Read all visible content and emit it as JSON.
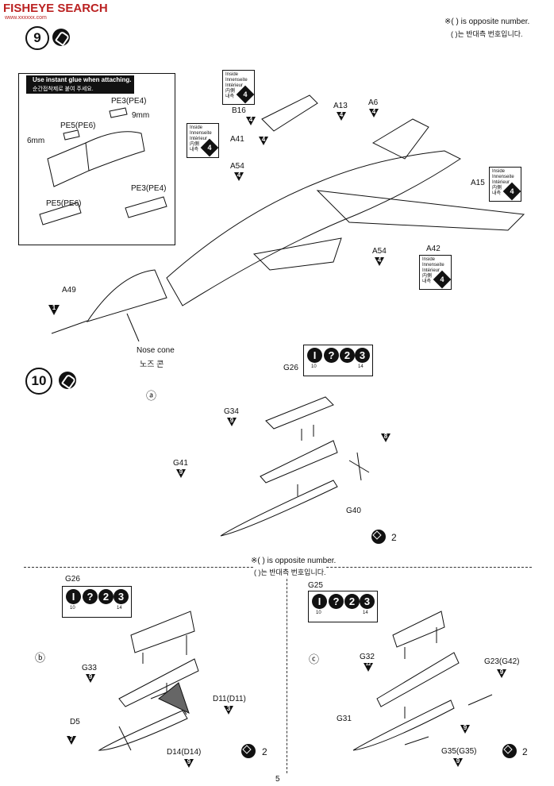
{
  "watermark": "FISHEYE SEARCH",
  "watermark_sub": "www.xxxxxx.com",
  "top_note": {
    "line1": "※( ) is opposite number.",
    "line2": "( )는 반대측 번호입니다."
  },
  "step9": {
    "number": "9",
    "inset_header": "Use instant glue when attaching.",
    "inset_header_kr": "순간접착제로 붙여 주세요.",
    "inset_labels": {
      "pe3a": "PE3(PE4)",
      "mm9": "9mm",
      "pe5a": "PE5(PE6)",
      "mm6": "6mm",
      "pe3b": "PE3(PE4)",
      "pe5b": "PE5(PE6)"
    },
    "inside_text": [
      "Inside",
      "Innenseite",
      "Intérieur",
      "内側",
      "내측"
    ],
    "parts": {
      "b16": "B16",
      "a13": "A13",
      "a6": "A6",
      "a41": "A41",
      "a54a": "A54",
      "a15": "A15",
      "a54b": "A54",
      "a42": "A42",
      "a49": "A49"
    },
    "tri_nums": {
      "b16": "4",
      "a13": "4",
      "a6": "4",
      "a41": "4",
      "a54a": "4",
      "a54b": "4",
      "a49": "1"
    },
    "nose_cone": "Nose cone",
    "nose_cone_kr": "노즈 콘"
  },
  "step10": {
    "number": "10",
    "sub_a": "ⓐ",
    "sub_b": "ⓑ",
    "sub_c": "ⓒ",
    "paint_icons": [
      "I",
      "?",
      "2",
      "3"
    ],
    "paint_nums": [
      "10",
      "14"
    ],
    "a_parts": {
      "g26": "G26",
      "g34": "G34",
      "g41": "G41",
      "g40": "G40"
    },
    "a_tri": {
      "g34": "9",
      "g41": "9",
      "g40": "8"
    },
    "mid_note1": "※( ) is opposite number.",
    "mid_note2": "( )는 반대측 번호입니다.",
    "b_parts": {
      "g26": "G26",
      "g33": "G33",
      "d11": "D11(D11)",
      "d5": "D5",
      "d14": "D14(D14)"
    },
    "b_tri": {
      "g33": "9",
      "d11": "3",
      "d5": "7",
      "d14": "9"
    },
    "c_parts": {
      "g25": "G25",
      "g32": "G32",
      "g23": "G23(G42)",
      "g31": "G31",
      "g35": "G35(G35)"
    },
    "c_tri": {
      "g32": "12",
      "g23": "9",
      "g31": "9",
      "g35": "9"
    },
    "times2": "2"
  },
  "page_number": "5"
}
